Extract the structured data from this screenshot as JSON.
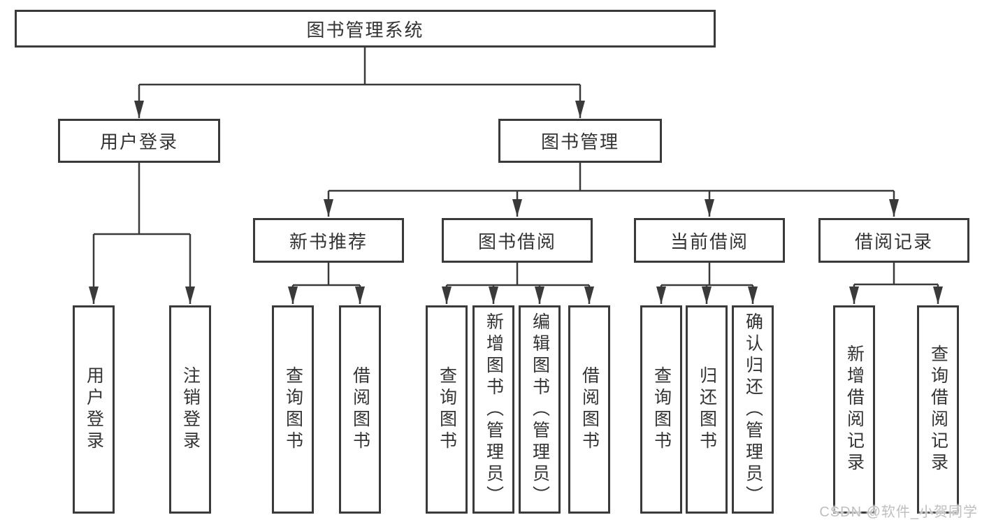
{
  "tree": {
    "root": {
      "label": "图书管理系统"
    },
    "user_login": {
      "label": "用户登录",
      "children": [
        {
          "label": "用户登录"
        },
        {
          "label": "注销登录"
        }
      ]
    },
    "book_mgmt": {
      "label": "图书管理",
      "children": [
        {
          "label": "新书推荐",
          "children": [
            {
              "label": "查询图书"
            },
            {
              "label": "借阅图书"
            }
          ]
        },
        {
          "label": "图书借阅",
          "children": [
            {
              "label": "查询图书"
            },
            {
              "label": "新增图书（管理员）"
            },
            {
              "label": "编辑图书（管理员）"
            },
            {
              "label": "借阅图书"
            }
          ]
        },
        {
          "label": "当前借阅",
          "children": [
            {
              "label": "查询图书"
            },
            {
              "label": "归还图书"
            },
            {
              "label": "确认归还（管理员）"
            }
          ]
        },
        {
          "label": "借阅记录",
          "children": [
            {
              "label": "新增借阅记录"
            },
            {
              "label": "查询借阅记录"
            }
          ]
        }
      ]
    }
  },
  "watermark": "CSDN @软件_小贺同学",
  "colors": {
    "line": "#3a3a3a",
    "text": "#333333",
    "watermark": "#bfbfbf",
    "background": "#ffffff"
  }
}
